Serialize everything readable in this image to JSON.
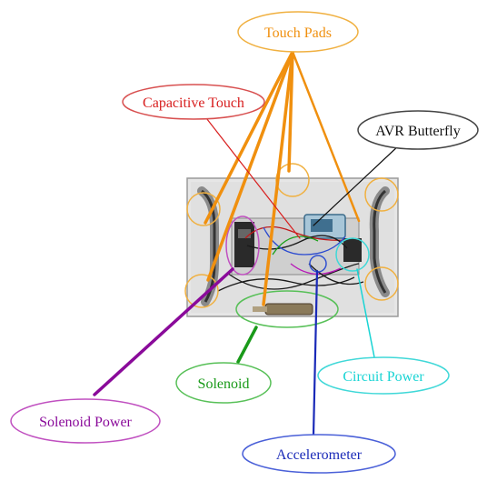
{
  "labels": {
    "touch_pads": "Touch Pads",
    "capacitive_touch": "Capacitive Touch",
    "avr_butterfly": "AVR Butterfly",
    "solenoid": "Solenoid",
    "circuit_power": "Circuit Power",
    "solenoid_power": "Solenoid Power",
    "accelerometer": "Accelerometer"
  },
  "colors": {
    "touch_pads": "#f0900f",
    "capacitive_touch": "#d81e1e",
    "avr_butterfly": "#111111",
    "solenoid": "#1a9a1a",
    "circuit_power": "#19d4d4",
    "solenoid_power": "#8a0a9a",
    "accelerometer": "#1a2ab8",
    "board": "#e4e4e4",
    "board_border": "#999999"
  }
}
